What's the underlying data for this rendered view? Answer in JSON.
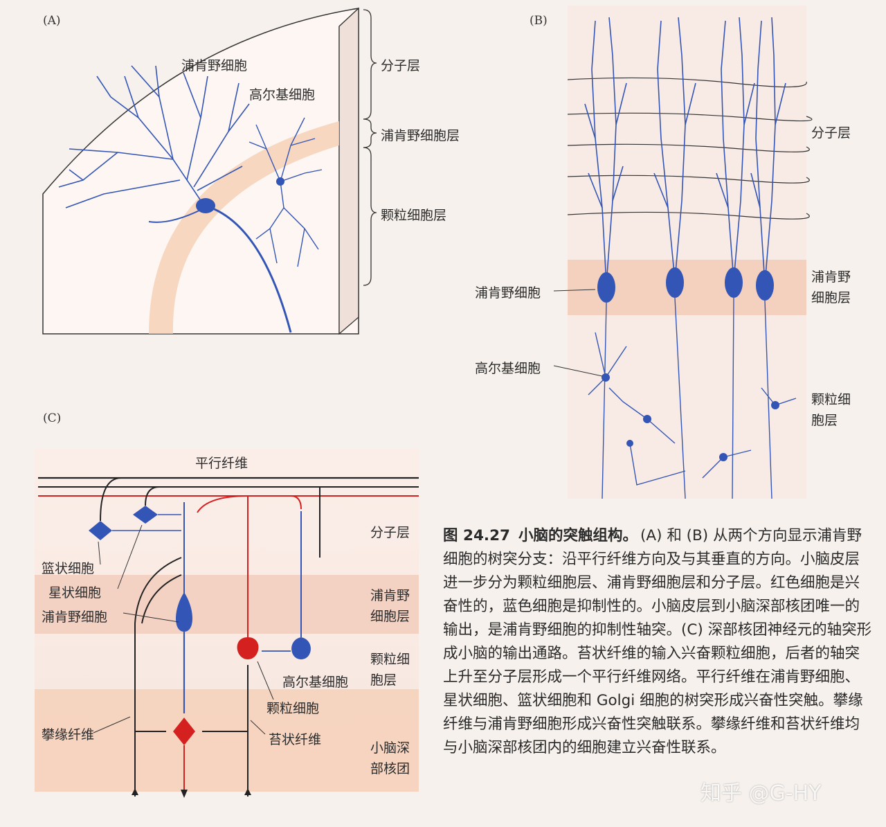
{
  "panelA": {
    "letter": "(A)",
    "labels": {
      "purkinje_cell": "浦肯野细胞",
      "golgi_cell": "高尔基细胞",
      "molecular_layer": "分子层",
      "purkinje_layer": "浦肯野细胞层",
      "granule_layer": "颗粒细胞层"
    }
  },
  "panelB": {
    "letter": "(B)",
    "labels": {
      "molecular_layer": "分子层",
      "purkinje_layer": "浦肯野细胞层",
      "purkinje_cell": "浦肯野细胞",
      "golgi_cell": "高尔基细胞",
      "granule_layer": "颗粒细胞层"
    }
  },
  "panelC": {
    "letter": "(C)",
    "labels": {
      "parallel_fiber": "平行纤维",
      "molecular_layer": "分子层",
      "basket_cell": "篮状细胞",
      "stellate_cell": "星状细胞",
      "purkinje_cell": "浦肯野细胞",
      "purkinje_layer": "浦肯野细胞层",
      "granule_layer": "颗粒细胞层",
      "golgi_cell": "高尔基细胞",
      "granule_cell": "颗粒细胞",
      "climbing_fiber": "攀缘纤维",
      "mossy_fiber": "苔状纤维",
      "deep_nuclei": "小脑深部核团"
    }
  },
  "caption": {
    "figure_number": "图 24.27",
    "title": "小脑的突触组构。",
    "body": "(A) 和 (B) 从两个方向显示浦肯野细胞的树突分支：沿平行纤维方向及与其垂直的方向。小脑皮层进一步分为颗粒细胞层、浦肯野细胞层和分子层。红色细胞是兴奋性的，蓝色细胞是抑制性的。小脑皮层到小脑深部核团唯一的输出，是浦肯野细胞的抑制性轴突。(C) 深部核团神经元的轴突形成小脑的输出通路。苔状纤维的输入兴奋颗粒细胞，后者的轴突上升至分子层形成一个平行纤维网络。平行纤维在浦肯野细胞、星状细胞、篮状细胞和 Golgi 细胞的树突形成兴奋性突触。攀缘纤维与浦肯野细胞形成兴奋性突触联系。攀缘纤维和苔状纤维均与小脑深部核团内的细胞建立兴奋性联系。"
  },
  "watermark": "知乎 @G-HY",
  "colors": {
    "neuron_blue": "#3355b5",
    "excitatory_red": "#d52020",
    "layer_pink": "#f3d2c4",
    "band_orange": "#f3c9a8"
  }
}
